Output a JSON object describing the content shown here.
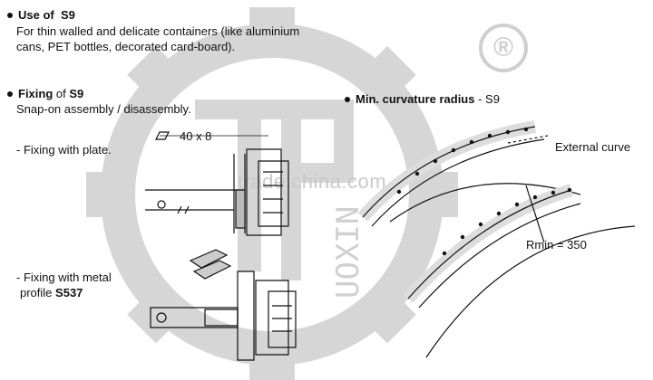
{
  "sections": {
    "use": {
      "heading": "Use of",
      "code": "S9",
      "desc_line1": "For thin walled and delicate containers (like aluminium",
      "desc_line2": "cans, PET bottles, decorated card-board)."
    },
    "fixing": {
      "heading": "Fixing",
      "of": "of",
      "code": "S9",
      "desc": "Snap-on assembly / disassembly.",
      "plate_label": "- Fixing with plate.",
      "metal_label_line1": "- Fixing with metal",
      "metal_label_prefix": "profile",
      "metal_label_code": "S537",
      "dimension": "40 x 8"
    },
    "curvature": {
      "heading": "Min. curvature radius",
      "code": "- S9",
      "external": "External curve",
      "rmin": "Rmin = 350"
    }
  },
  "watermark": {
    "site": "trade.china.com",
    "registered": "®",
    "brand_letters": "UOXIN"
  },
  "colors": {
    "ink": "#111111",
    "watermark": "#cfcfcf"
  }
}
